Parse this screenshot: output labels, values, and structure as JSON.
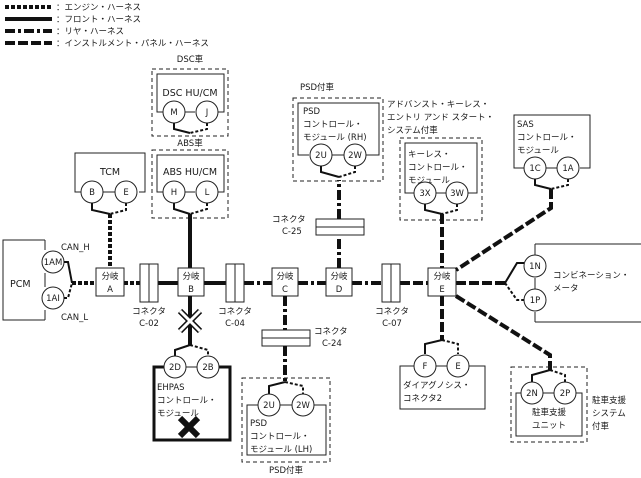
{
  "legend": [
    {
      "style": "engine",
      "label": "：エンジン・ハーネス"
    },
    {
      "style": "front",
      "label": "：フロント・ハーネス"
    },
    {
      "style": "rear",
      "label": "：リヤ・ハーネス"
    },
    {
      "style": "inst",
      "label": "：インストルメント・パネル・ハーネス"
    }
  ],
  "modules": {
    "pcm": {
      "name": "PCM",
      "pins": [
        "1AM",
        "1AI"
      ],
      "can_h": "CAN_H",
      "can_l": "CAN_L"
    },
    "tcm": {
      "name": "TCM",
      "pins": [
        "B",
        "E"
      ]
    },
    "dsc": {
      "group": "DSC車",
      "name": "DSC HU/CM",
      "pins": [
        "M",
        "J"
      ]
    },
    "abs": {
      "group": "ABS車",
      "name": "ABS HU/CM",
      "pins": [
        "H",
        "L"
      ]
    },
    "psd_rh": {
      "group": "PSD付車",
      "line1": "PSD",
      "line2": "コントロール・",
      "line3": "モジュール (RH)",
      "pins": [
        "2U",
        "2W"
      ]
    },
    "keyless": {
      "group_line1": "アドバンスト・キーレス・",
      "group_line2": "エントリ アンド スタート・",
      "group_line3": "システム付車",
      "line1": "キーレス・",
      "line2": "コントロール・",
      "line3": "モジュール",
      "pins": [
        "3X",
        "3W"
      ]
    },
    "sas": {
      "line1": "SAS",
      "line2": "コントロール・",
      "line3": "モジュール",
      "pins": [
        "1C",
        "1A"
      ]
    },
    "meter": {
      "line1": "コンビネーション・",
      "line2": "メータ",
      "pins": [
        "1N",
        "1P"
      ]
    },
    "ehpas": {
      "line1": "EHPAS",
      "line2": "コントロール・",
      "line3": "モジュール",
      "pins": [
        "2D",
        "2B"
      ],
      "status": "fault"
    },
    "psd_lh": {
      "group": "PSD付車",
      "line1": "PSD",
      "line2": "コントロール・",
      "line3": "モジュール (LH)",
      "pins": [
        "2U",
        "2W"
      ]
    },
    "dlc": {
      "line1": "ダイアグノシス・",
      "line2": "コネクタ2",
      "pins": [
        "F",
        "E"
      ]
    },
    "parking": {
      "group_line1": "駐車支援",
      "group_line2": "システム",
      "group_line3": "付車",
      "line1": "駐車支援",
      "line2": "ユニット",
      "pins": [
        "2N",
        "2P"
      ]
    }
  },
  "splits": [
    {
      "id": "A",
      "label": "分岐",
      "letter": "A"
    },
    {
      "id": "B",
      "label": "分岐",
      "letter": "B"
    },
    {
      "id": "C",
      "label": "分岐",
      "letter": "C"
    },
    {
      "id": "D",
      "label": "分岐",
      "letter": "D"
    },
    {
      "id": "E",
      "label": "分岐",
      "letter": "E"
    }
  ],
  "connectors": [
    {
      "label": "コネクタ",
      "code": "C-02"
    },
    {
      "label": "コネクタ",
      "code": "C-04"
    },
    {
      "label": "コネクタ",
      "code": "C-07"
    },
    {
      "label": "コネクタ",
      "code": "C-24"
    },
    {
      "label": "コネクタ",
      "code": "C-25"
    }
  ]
}
